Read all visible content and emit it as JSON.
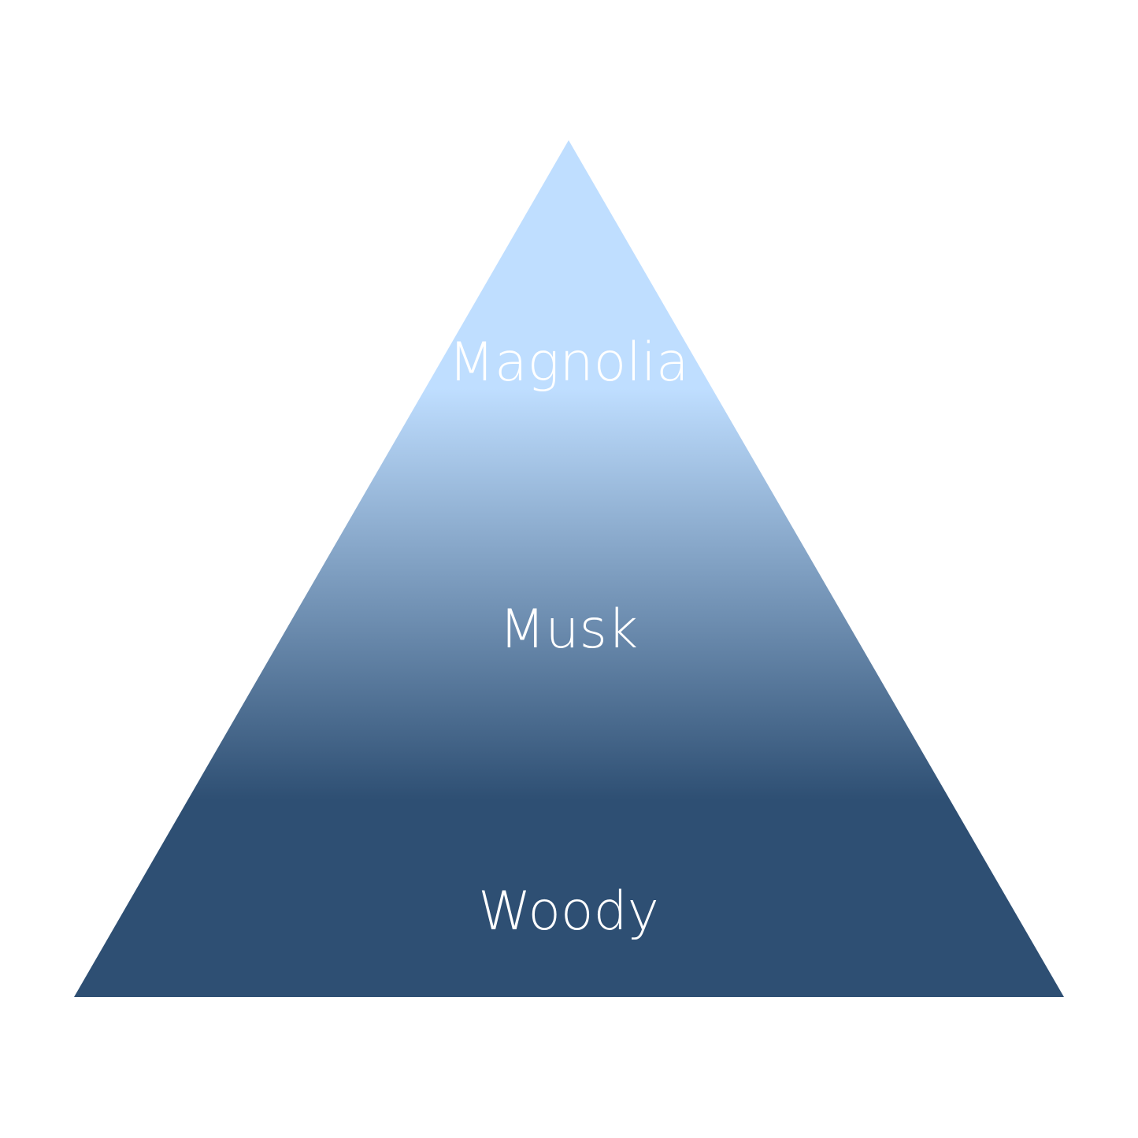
{
  "pyramid": {
    "tiers": [
      {
        "label": "Magnolia"
      },
      {
        "label": "Musk"
      },
      {
        "label": "Woody"
      }
    ],
    "colors": {
      "top": "#bfdeff",
      "bottom": "#2e4f73"
    }
  }
}
